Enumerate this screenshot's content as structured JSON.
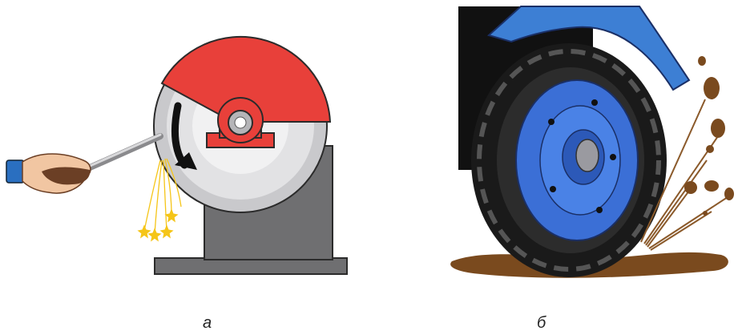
{
  "panels": [
    {
      "id": "a",
      "caption": "а",
      "depicts": "grinding-wheel",
      "colors": {
        "guard": "#e8403a",
        "base": "#6f6f71",
        "wheel": "#cfcfd1",
        "sparks": "#f5c518",
        "sleeve": "#2a6fc0"
      }
    },
    {
      "id": "b",
      "caption": "б",
      "depicts": "tractor-wheel",
      "colors": {
        "rim": "#3b6fd6",
        "fender": "#3d7fd4",
        "tire": "#1a1a1a",
        "mud": "#7a4a1e"
      }
    }
  ]
}
